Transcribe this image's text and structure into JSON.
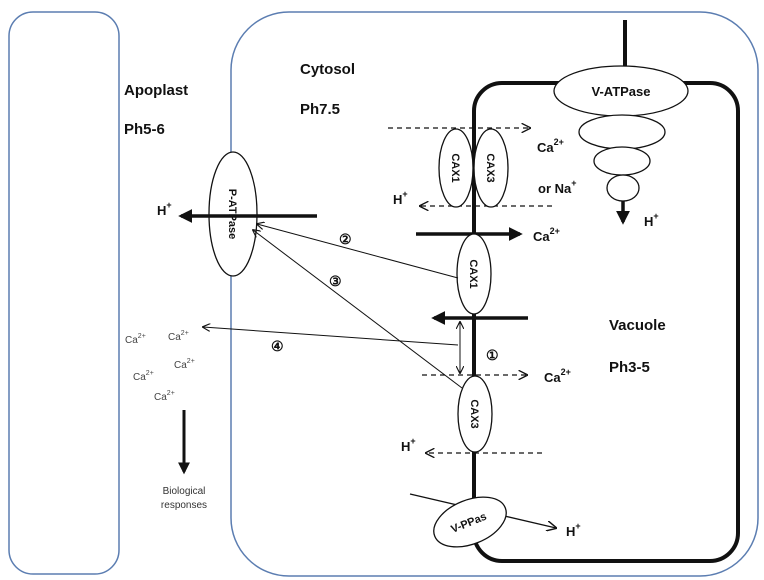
{
  "compartments": {
    "apoplast": {
      "name": "Apoplast",
      "ph": "Ph5-6"
    },
    "cytosol": {
      "name": "Cytosol",
      "ph": "Ph7.5"
    },
    "vacuole": {
      "name": "Vacuole",
      "ph": "Ph3-5"
    }
  },
  "proteins": {
    "v_atpase": "V-ATPase",
    "p_atpase": "P-ATPase",
    "cax1_a": "CAX1",
    "cax3_a": "CAX3",
    "cax1_b": "CAX1",
    "cax3_b": "CAX3",
    "v_ppase": "V-PPas"
  },
  "ions": {
    "ca_vatpase": "Ca",
    "ca_vatpase_sup": "2+",
    "or_na": "or Na",
    "or_na_sup": "+",
    "h_vatpase": "H",
    "h_vatpase_sup": "+",
    "h_cax_top": "H",
    "h_cax_top_sup": "+",
    "h_patpase": "H",
    "h_patpase_sup": "+",
    "ca_cax1": "Ca",
    "ca_cax1_sup": "2+",
    "ca_mid": "Ca",
    "ca_mid_sup": "2+",
    "h_cax3": "H",
    "h_cax3_sup": "+",
    "h_vppase": "H",
    "h_vppase_sup": "+",
    "apoplast_ca": [
      {
        "text": "Ca",
        "sup": "2+"
      },
      {
        "text": "Ca",
        "sup": "2+"
      },
      {
        "text": "Ca",
        "sup": "2+"
      },
      {
        "text": "Ca",
        "sup": "2+"
      },
      {
        "text": "Ca",
        "sup": "2+"
      }
    ]
  },
  "markers": {
    "m1": "①",
    "m2": "②",
    "m3": "③",
    "m4": "④"
  },
  "outcome": {
    "line1": "Biological",
    "line2": "responses"
  },
  "colors": {
    "outline": "#5b7db1",
    "stroke": "#111111",
    "background": "#ffffff"
  }
}
